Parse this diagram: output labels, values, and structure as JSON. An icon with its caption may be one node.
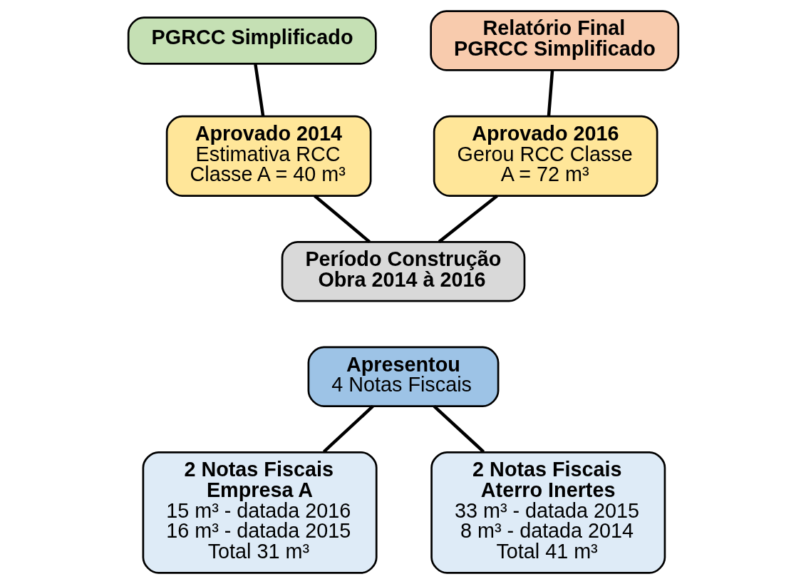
{
  "diagram": {
    "nodes": [
      {
        "text": [
          "PGRCC Simplificado"
        ]
      },
      {
        "text": [
          "Relatório Final PGRCC Simplificado"
        ]
      },
      {
        "text": [
          "Aprovado 2014",
          "Estimativa RCC Classe A = 40 m³"
        ]
      },
      {
        "text": [
          "Aprovado 2016",
          "Gerou RCC Classe A = 72 m³"
        ]
      },
      {
        "text": [
          "Período Construção Obra 2014 à 2016"
        ]
      },
      {
        "text": [
          "Apresentou",
          "4 Notas Fiscais"
        ]
      },
      {
        "text": [
          "2 Notas Fiscais Empresa A",
          "15 m³ - datada 2016 16 m³ - datada 2015 Total 31 m³"
        ]
      },
      {
        "text": [
          "2 Notas Fiscais Aterro Inertes",
          "33 m³ - datada 2015 8 m³ - datada 2014 Total 41 m³"
        ]
      }
    ],
    "edges": [
      {
        "from": 0,
        "to": 2,
        "arrow": "none"
      },
      {
        "from": 1,
        "to": 3,
        "arrow": "none"
      },
      {
        "from": 2,
        "to": 4,
        "arrow": "none"
      },
      {
        "from": 3,
        "to": 4,
        "arrow": "none"
      },
      {
        "from": 5,
        "to": 6,
        "arrow": "none"
      },
      {
        "from": 5,
        "to": 7,
        "arrow": "none"
      }
    ]
  }
}
